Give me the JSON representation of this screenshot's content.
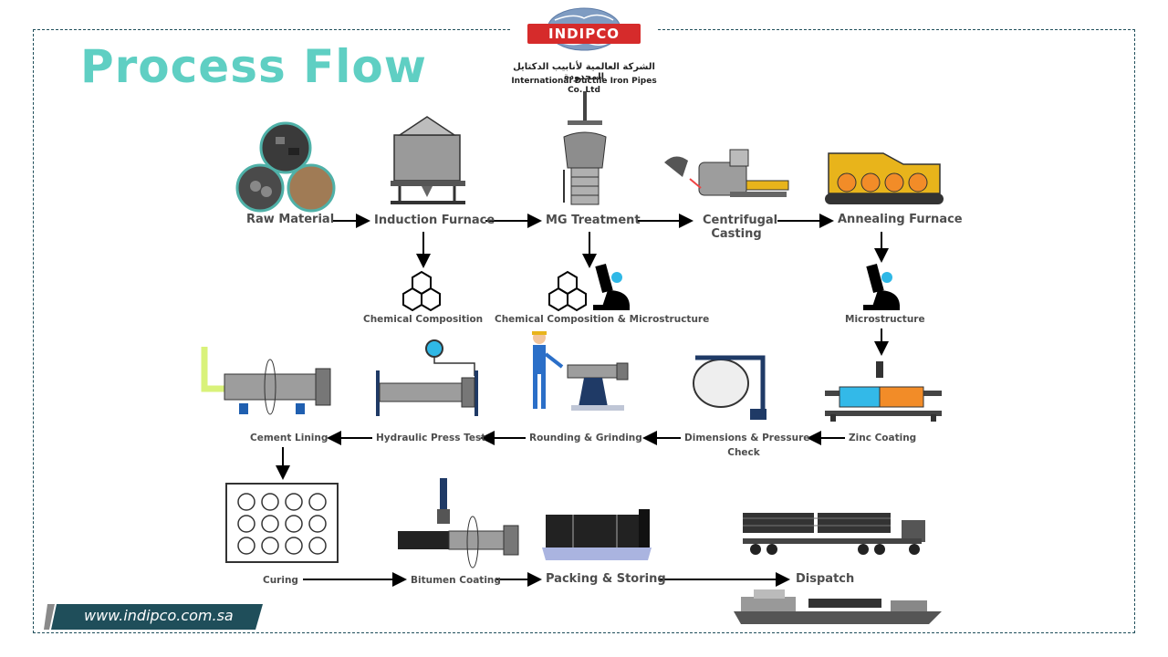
{
  "title": "Process Flow",
  "logo": {
    "brand": "INDIPCO",
    "arabic": "الشركة العالمية لأنابيب الدكتايل المحدودة",
    "english": "International Ductile Iron Pipes Co. Ltd"
  },
  "steps": {
    "raw_material": "Raw Material",
    "induction_furnace": "Induction Furnace",
    "mg_treatment": "MG Treatment",
    "centrifugal_casting_1": "Centrifugal",
    "centrifugal_casting_2": "Casting",
    "annealing_furnace": "Annealing Furnace",
    "chemical_composition": "Chemical Composition",
    "chemical_composition_microstructure": "Chemical Composition & Microstructure",
    "microstructure": "Microstructure",
    "zinc_coating": "Zinc Coating",
    "dimensions_1": "Dimensions & Pressure",
    "dimensions_2": "Check",
    "rounding_grinding": "Rounding & Grinding",
    "hydraulic_press_test": "Hydraulic Press Test",
    "cement_lining": "Cement Lining",
    "curing": "Curing",
    "bitumen_coating": "Bitumen Coating",
    "packing_storing": "Packing & Storing",
    "dispatch": "Dispatch"
  },
  "website": "www.indipco.com.sa",
  "colors": {
    "title": "#5fcfc3",
    "frame": "#1f4e5a",
    "label": "#4d4d4d",
    "logo_red": "#d62b2b",
    "url_bg": "#1f4e5a"
  }
}
